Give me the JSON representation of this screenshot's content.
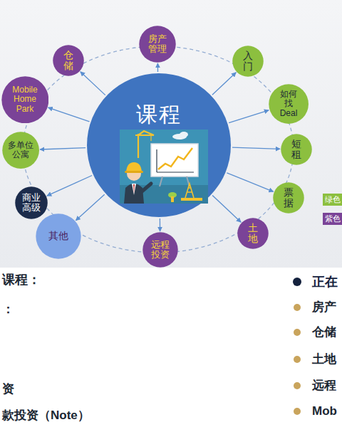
{
  "diagram": {
    "nodes": [
      {
        "text": [
          "课程"
        ]
      },
      {
        "text": [
          "房产管理"
        ]
      },
      {
        "text": [
          "入门"
        ]
      },
      {
        "text": [
          "如何找Deal"
        ]
      },
      {
        "text": [
          "短租"
        ]
      },
      {
        "text": [
          "票据"
        ]
      },
      {
        "text": [
          "土地"
        ]
      },
      {
        "text": [
          "远程投资"
        ]
      },
      {
        "text": [
          "其他"
        ]
      },
      {
        "text": [
          "商业高级"
        ]
      },
      {
        "text": [
          "多单位公寓"
        ]
      },
      {
        "text": [
          "Mobile Home Park"
        ]
      },
      {
        "text": [
          "仓储"
        ]
      }
    ],
    "edges": [
      {
        "from": 0,
        "to": 1,
        "arrow": "to"
      },
      {
        "from": 0,
        "to": 2,
        "arrow": "to"
      },
      {
        "from": 0,
        "to": 3,
        "arrow": "to"
      },
      {
        "from": 0,
        "to": 4,
        "arrow": "to"
      },
      {
        "from": 0,
        "to": 5,
        "arrow": "to"
      },
      {
        "from": 0,
        "to": 6,
        "arrow": "to"
      },
      {
        "from": 0,
        "to": 7,
        "arrow": "to"
      },
      {
        "from": 0,
        "to": 8,
        "arrow": "to"
      },
      {
        "from": 0,
        "to": 9,
        "arrow": "to"
      },
      {
        "from": 0,
        "to": 10,
        "arrow": "to"
      },
      {
        "from": 0,
        "to": 11,
        "arrow": "to"
      },
      {
        "from": 0,
        "to": 12,
        "arrow": "to"
      }
    ],
    "labels": [
      "课程：",
      "：",
      "资",
      "款投资（Note）",
      "正在",
      "房产",
      "仓储",
      "土地",
      "远程",
      "Mob"
    ],
    "legend": [
      {
        "text": "绿色",
        "color": "#8cbf3f"
      },
      {
        "text": "紫色",
        "color": "#7a4397"
      }
    ]
  }
}
